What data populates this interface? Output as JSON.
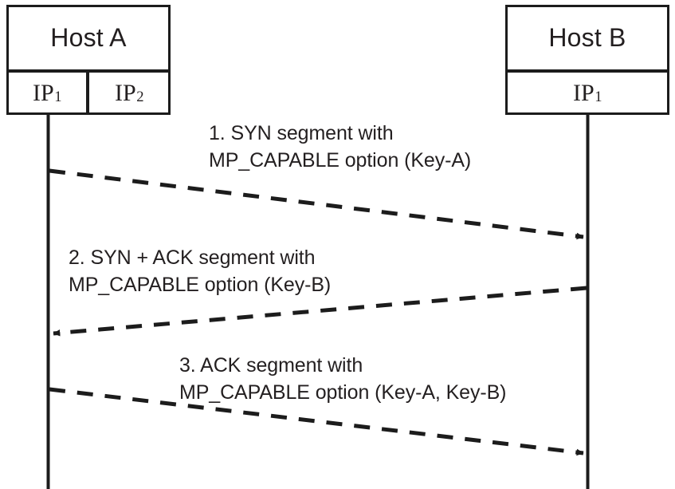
{
  "diagram": {
    "type": "sequence-diagram",
    "title": "MPTCP MP_CAPABLE three-way handshake",
    "stroke_color": "#1c1c1c",
    "text_color": "#231f20",
    "background_color": "#ffffff"
  },
  "hosts": [
    {
      "id": "host-a",
      "name": "Host A",
      "addresses": [
        {
          "label": "IP",
          "subscript": "1"
        },
        {
          "label": "IP",
          "subscript": "2"
        }
      ]
    },
    {
      "id": "host-b",
      "name": "Host B",
      "addresses": [
        {
          "label": "IP",
          "subscript": "1"
        }
      ]
    }
  ],
  "messages": [
    {
      "number": "1.",
      "line1": "1. SYN segment with",
      "line2": "MP_CAPABLE option (Key-A)",
      "direction": "left-to-right",
      "style": "dashed",
      "from": "host-a",
      "to": "host-b",
      "option": "MP_CAPABLE",
      "keys": "Key-A"
    },
    {
      "number": "2.",
      "line1": "2. SYN + ACK segment with",
      "line2": "MP_CAPABLE option (Key-B)",
      "direction": "right-to-left",
      "style": "dashed",
      "from": "host-b",
      "to": "host-a",
      "option": "MP_CAPABLE",
      "keys": "Key-B"
    },
    {
      "number": "3.",
      "line1": "3. ACK segment with",
      "line2": "MP_CAPABLE option (Key-A, Key-B)",
      "direction": "left-to-right",
      "style": "dashed",
      "from": "host-a",
      "to": "host-b",
      "option": "MP_CAPABLE",
      "keys": "Key-A, Key-B"
    }
  ]
}
